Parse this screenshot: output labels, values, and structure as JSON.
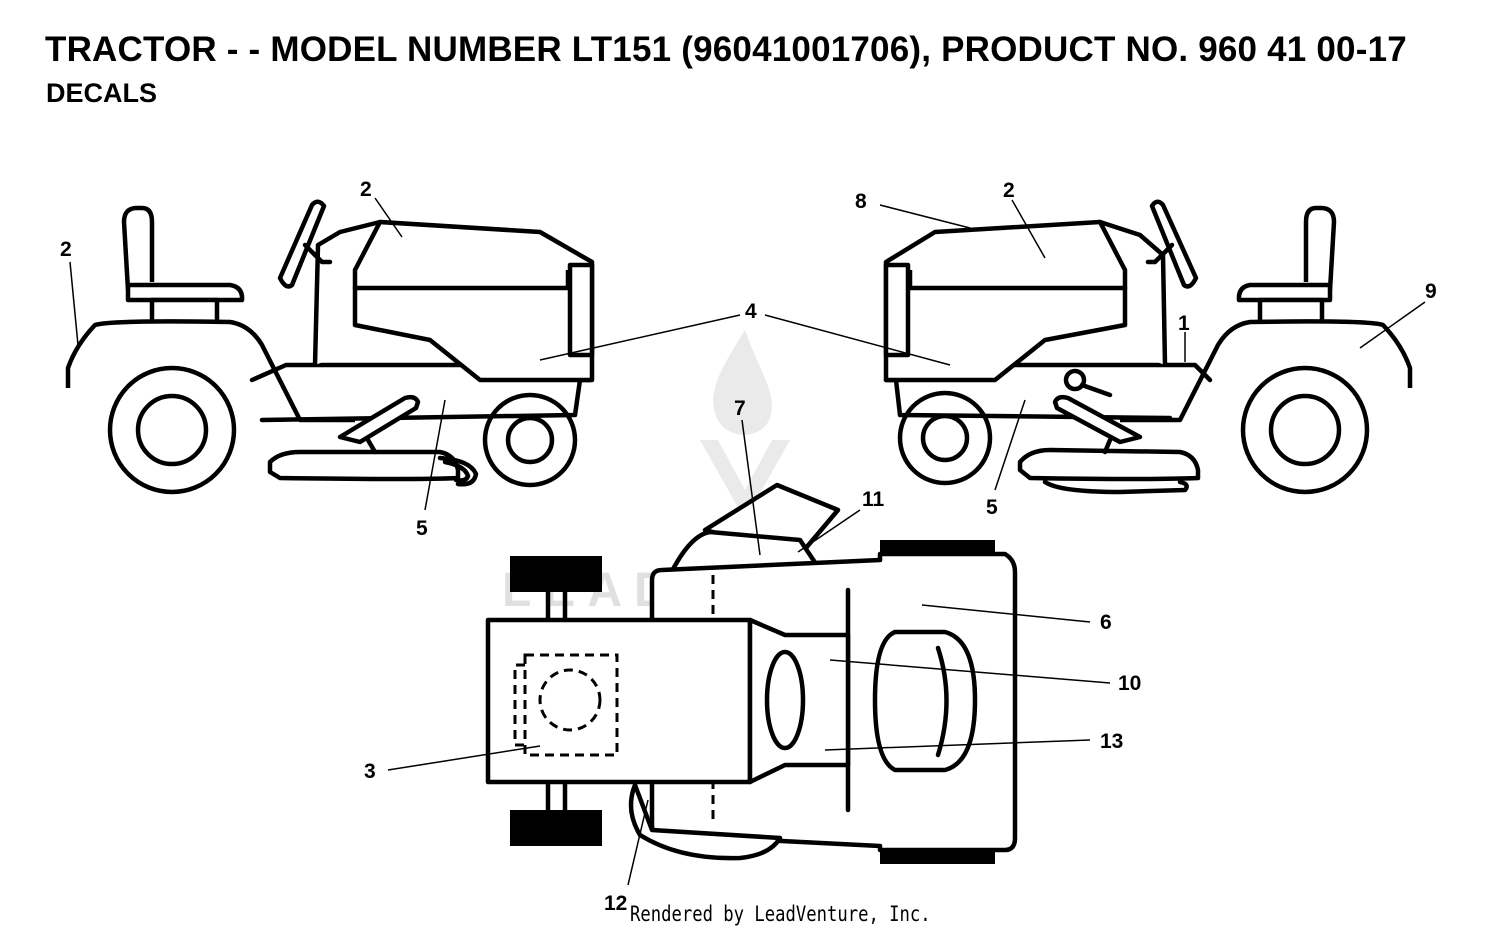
{
  "header": {
    "title": "TRACTOR - - MODEL NUMBER LT151 (96041001706), PRODUCT NO. 960 41 00-17",
    "subtitle": "DECALS"
  },
  "watermark": {
    "text": "LEADVENTURE"
  },
  "callouts": [
    {
      "id": "c1",
      "label": "1"
    },
    {
      "id": "c2a",
      "label": "2"
    },
    {
      "id": "c2b",
      "label": "2"
    },
    {
      "id": "c2c",
      "label": "2"
    },
    {
      "id": "c3",
      "label": "3"
    },
    {
      "id": "c4",
      "label": "4"
    },
    {
      "id": "c5a",
      "label": "5"
    },
    {
      "id": "c5b",
      "label": "5"
    },
    {
      "id": "c6",
      "label": "6"
    },
    {
      "id": "c7",
      "label": "7"
    },
    {
      "id": "c8",
      "label": "8"
    },
    {
      "id": "c9",
      "label": "9"
    },
    {
      "id": "c10",
      "label": "10"
    },
    {
      "id": "c11",
      "label": "11"
    },
    {
      "id": "c12",
      "label": "12"
    },
    {
      "id": "c13",
      "label": "13"
    }
  ],
  "footer": {
    "text": "Rendered by LeadVenture, Inc."
  }
}
